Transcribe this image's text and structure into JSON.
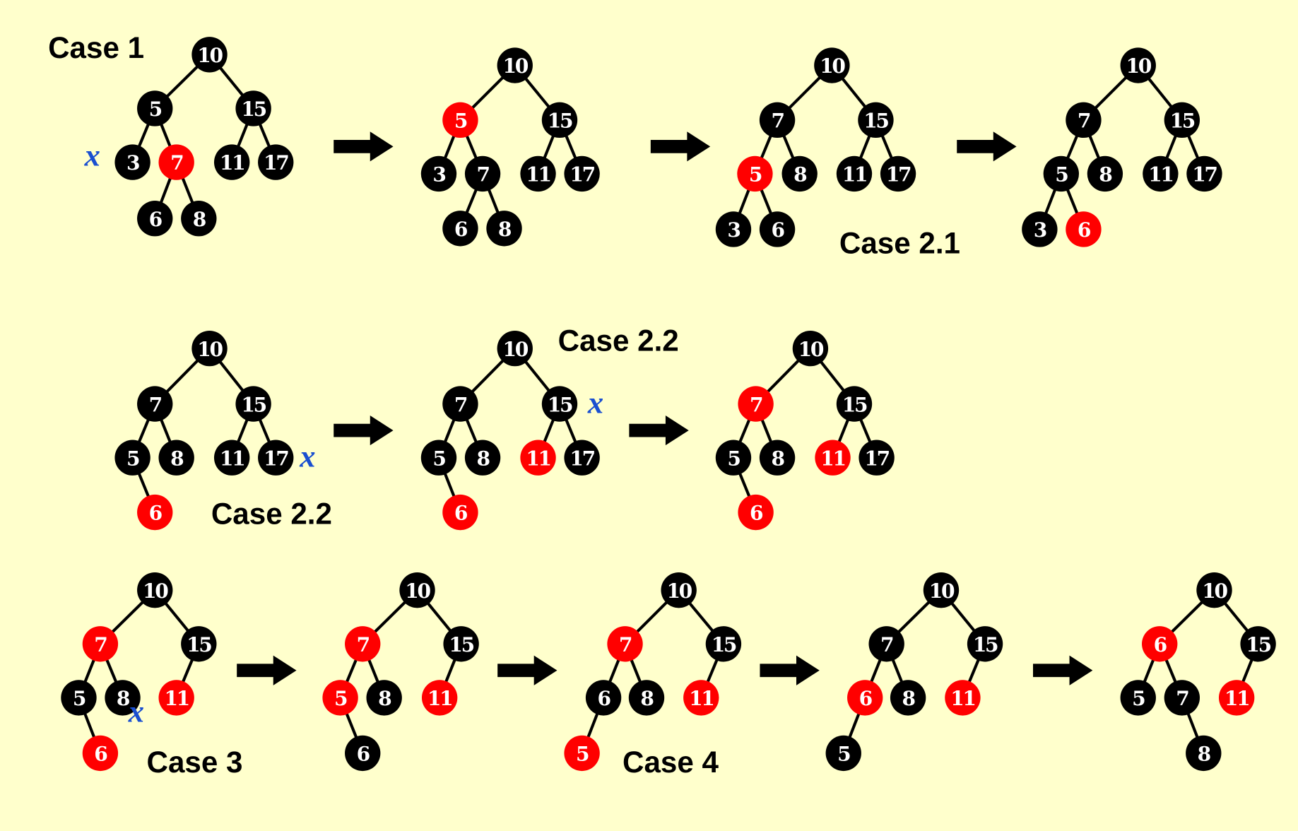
{
  "colors": {
    "background": "#FFFFCC",
    "black": "#000000",
    "red": "#FF0000",
    "marker": "#1a4fd0",
    "text": "#FFFFFF"
  },
  "case_labels": [
    "Case 1",
    "Case 2.1",
    "Case 2.2",
    "Case 2.2",
    "Case 3",
    "Case 4"
  ],
  "x_marker": "x",
  "arrow_count": 9,
  "trees": [
    {
      "nodes": [
        [
          "10",
          "black",
          -1
        ],
        [
          "5",
          "black",
          0
        ],
        [
          "15",
          "black",
          0
        ],
        [
          "3",
          "black",
          1
        ],
        [
          "7",
          "red",
          1
        ],
        [
          "11",
          "black",
          2
        ],
        [
          "17",
          "black",
          2
        ],
        [
          "6",
          "black",
          4
        ],
        [
          "8",
          "black",
          4
        ]
      ]
    },
    {
      "nodes": [
        [
          "10",
          "black",
          -1
        ],
        [
          "5",
          "red",
          0
        ],
        [
          "15",
          "black",
          0
        ],
        [
          "3",
          "black",
          1
        ],
        [
          "7",
          "black",
          1
        ],
        [
          "11",
          "black",
          2
        ],
        [
          "17",
          "black",
          2
        ],
        [
          "6",
          "black",
          4
        ],
        [
          "8",
          "black",
          4
        ]
      ]
    },
    {
      "nodes": [
        [
          "10",
          "black",
          -1
        ],
        [
          "7",
          "black",
          0
        ],
        [
          "15",
          "black",
          0
        ],
        [
          "5",
          "red",
          1
        ],
        [
          "8",
          "black",
          1
        ],
        [
          "11",
          "black",
          2
        ],
        [
          "17",
          "black",
          2
        ],
        [
          "3",
          "black",
          3
        ],
        [
          "6",
          "black",
          3
        ]
      ]
    },
    {
      "nodes": [
        [
          "10",
          "black",
          -1
        ],
        [
          "7",
          "black",
          0
        ],
        [
          "15",
          "black",
          0
        ],
        [
          "5",
          "black",
          1
        ],
        [
          "8",
          "black",
          1
        ],
        [
          "11",
          "black",
          2
        ],
        [
          "17",
          "black",
          2
        ],
        [
          "3",
          "black",
          3
        ],
        [
          "6",
          "red",
          3
        ]
      ]
    },
    {
      "nodes": [
        [
          "10",
          "black",
          -1
        ],
        [
          "7",
          "black",
          0
        ],
        [
          "15",
          "black",
          0
        ],
        [
          "5",
          "black",
          1
        ],
        [
          "8",
          "black",
          1
        ],
        [
          "11",
          "black",
          2
        ],
        [
          "17",
          "black",
          2
        ],
        [
          "6",
          "red",
          3
        ]
      ]
    },
    {
      "nodes": [
        [
          "10",
          "black",
          -1
        ],
        [
          "7",
          "black",
          0
        ],
        [
          "15",
          "black",
          0
        ],
        [
          "5",
          "black",
          1
        ],
        [
          "8",
          "black",
          1
        ],
        [
          "11",
          "red",
          2
        ],
        [
          "17",
          "black",
          2
        ],
        [
          "6",
          "red",
          3
        ]
      ]
    },
    {
      "nodes": [
        [
          "10",
          "black",
          -1
        ],
        [
          "7",
          "red",
          0
        ],
        [
          "15",
          "black",
          0
        ],
        [
          "5",
          "black",
          1
        ],
        [
          "8",
          "black",
          1
        ],
        [
          "11",
          "red",
          2
        ],
        [
          "17",
          "black",
          2
        ],
        [
          "6",
          "red",
          3
        ]
      ]
    },
    {
      "nodes": [
        [
          "10",
          "black",
          -1
        ],
        [
          "7",
          "red",
          0
        ],
        [
          "15",
          "black",
          0
        ],
        [
          "5",
          "black",
          1
        ],
        [
          "8",
          "black",
          1
        ],
        [
          "11",
          "red",
          2
        ],
        [
          "6",
          "red",
          3
        ]
      ]
    },
    {
      "nodes": [
        [
          "10",
          "black",
          -1
        ],
        [
          "7",
          "red",
          0
        ],
        [
          "15",
          "black",
          0
        ],
        [
          "5",
          "red",
          1
        ],
        [
          "8",
          "black",
          1
        ],
        [
          "11",
          "red",
          2
        ],
        [
          "6",
          "black",
          3
        ]
      ]
    },
    {
      "nodes": [
        [
          "10",
          "black",
          -1
        ],
        [
          "7",
          "red",
          0
        ],
        [
          "15",
          "black",
          0
        ],
        [
          "6",
          "black",
          1
        ],
        [
          "8",
          "black",
          1
        ],
        [
          "11",
          "red",
          2
        ],
        [
          "5",
          "red",
          3
        ]
      ]
    },
    {
      "nodes": [
        [
          "10",
          "black",
          -1
        ],
        [
          "7",
          "black",
          0
        ],
        [
          "15",
          "black",
          0
        ],
        [
          "6",
          "red",
          1
        ],
        [
          "8",
          "black",
          1
        ],
        [
          "11",
          "red",
          2
        ],
        [
          "5",
          "black",
          3
        ]
      ]
    },
    {
      "nodes": [
        [
          "10",
          "black",
          -1
        ],
        [
          "6",
          "red",
          0
        ],
        [
          "15",
          "black",
          0
        ],
        [
          "5",
          "black",
          1
        ],
        [
          "7",
          "black",
          1
        ],
        [
          "11",
          "red",
          2
        ],
        [
          "8",
          "black",
          4
        ]
      ]
    }
  ]
}
